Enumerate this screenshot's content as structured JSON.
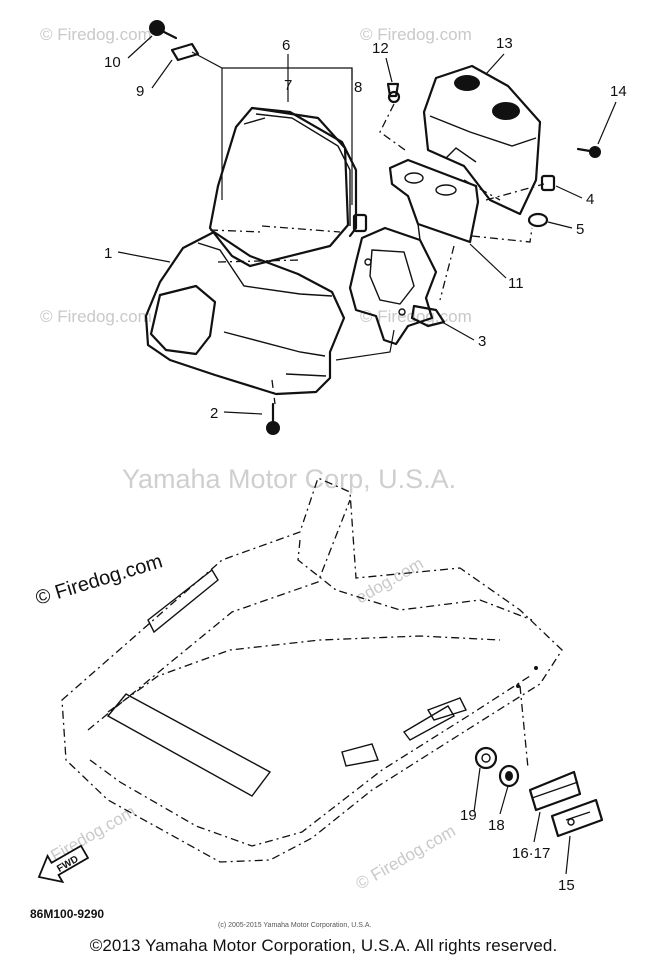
{
  "watermarks": {
    "firedog": "© Firedog.com",
    "firedog_partial": "Firedog.com",
    "firedog_short": "edog.com",
    "center": "Yamaha Motor Corp, U.S.A."
  },
  "callouts": {
    "c1": "1",
    "c2": "2",
    "c3": "3",
    "c4": "4",
    "c5": "5",
    "c6": "6",
    "c7": "7",
    "c8": "8",
    "c9": "9",
    "c10": "10",
    "c11": "11",
    "c12": "12",
    "c13": "13",
    "c14": "14",
    "c15": "15",
    "c16_17": "16·17",
    "c18": "18",
    "c19": "19"
  },
  "fwd_label": "FWD",
  "drawing_code": "86M100-9290",
  "small_copyright": "(c) 2005-2015 Yamaha Motor Corporation, U.S.A.",
  "footer_copyright": "©2013 Yamaha Motor Corporation, U.S.A. All rights reserved."
}
